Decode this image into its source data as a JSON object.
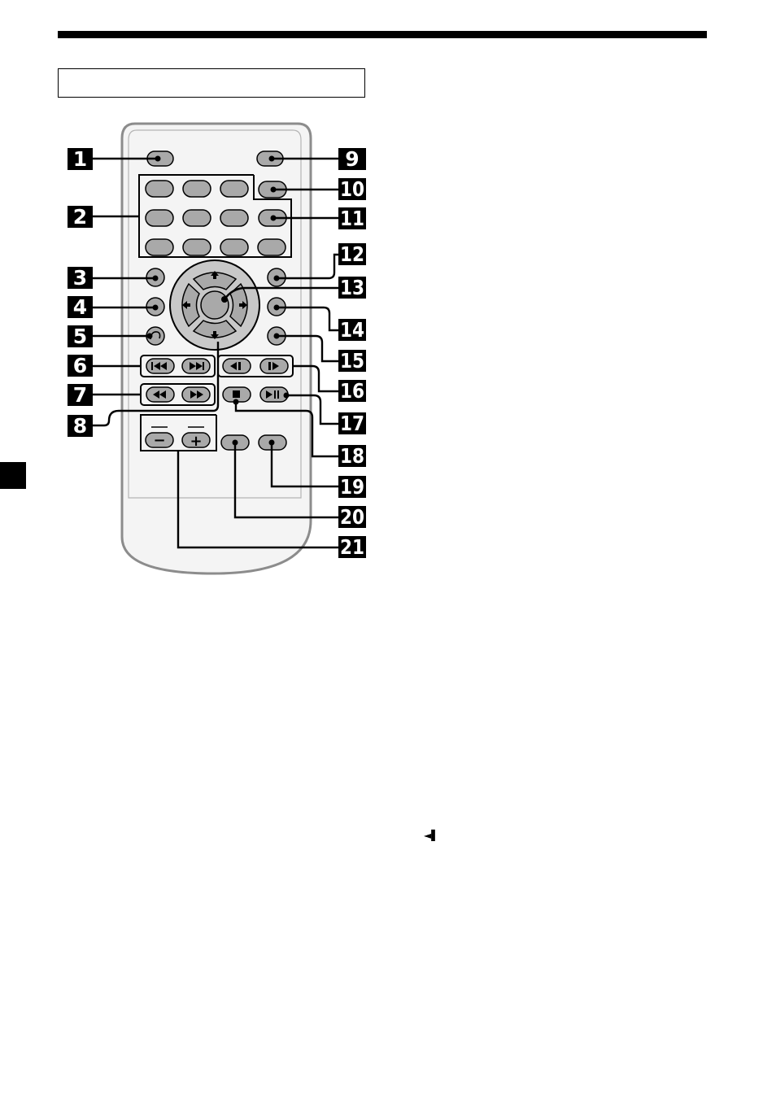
{
  "figure": {
    "title_box_text": "",
    "callouts": [
      "1",
      "2",
      "3",
      "4",
      "5",
      "6",
      "7",
      "8",
      "9",
      "10",
      "11",
      "12",
      "13",
      "14",
      "15",
      "16",
      "17",
      "18",
      "19",
      "20",
      "21"
    ],
    "volume_label_minus": "−",
    "volume_label_plus": "+"
  },
  "icons": {
    "skip_prev": "prev-track-icon",
    "skip_next": "next-track-icon",
    "rewind": "rewind-icon",
    "fast_forward": "fast-forward-icon",
    "slow_reverse": "slow-reverse-icon",
    "slow_forward": "slow-forward-icon",
    "stop": "stop-icon",
    "play_pause": "play-pause-icon",
    "return": "return-icon",
    "arrows": [
      "up-arrow-icon",
      "left-arrow-icon",
      "right-arrow-icon",
      "down-arrow-icon"
    ]
  },
  "inline_text_symbol": "◄▌",
  "colors": {
    "ink": "#000000",
    "button_fill": "#a9a9a9",
    "body_edge": "#9a9a9a",
    "ring_fill": "#c8c8c8"
  }
}
